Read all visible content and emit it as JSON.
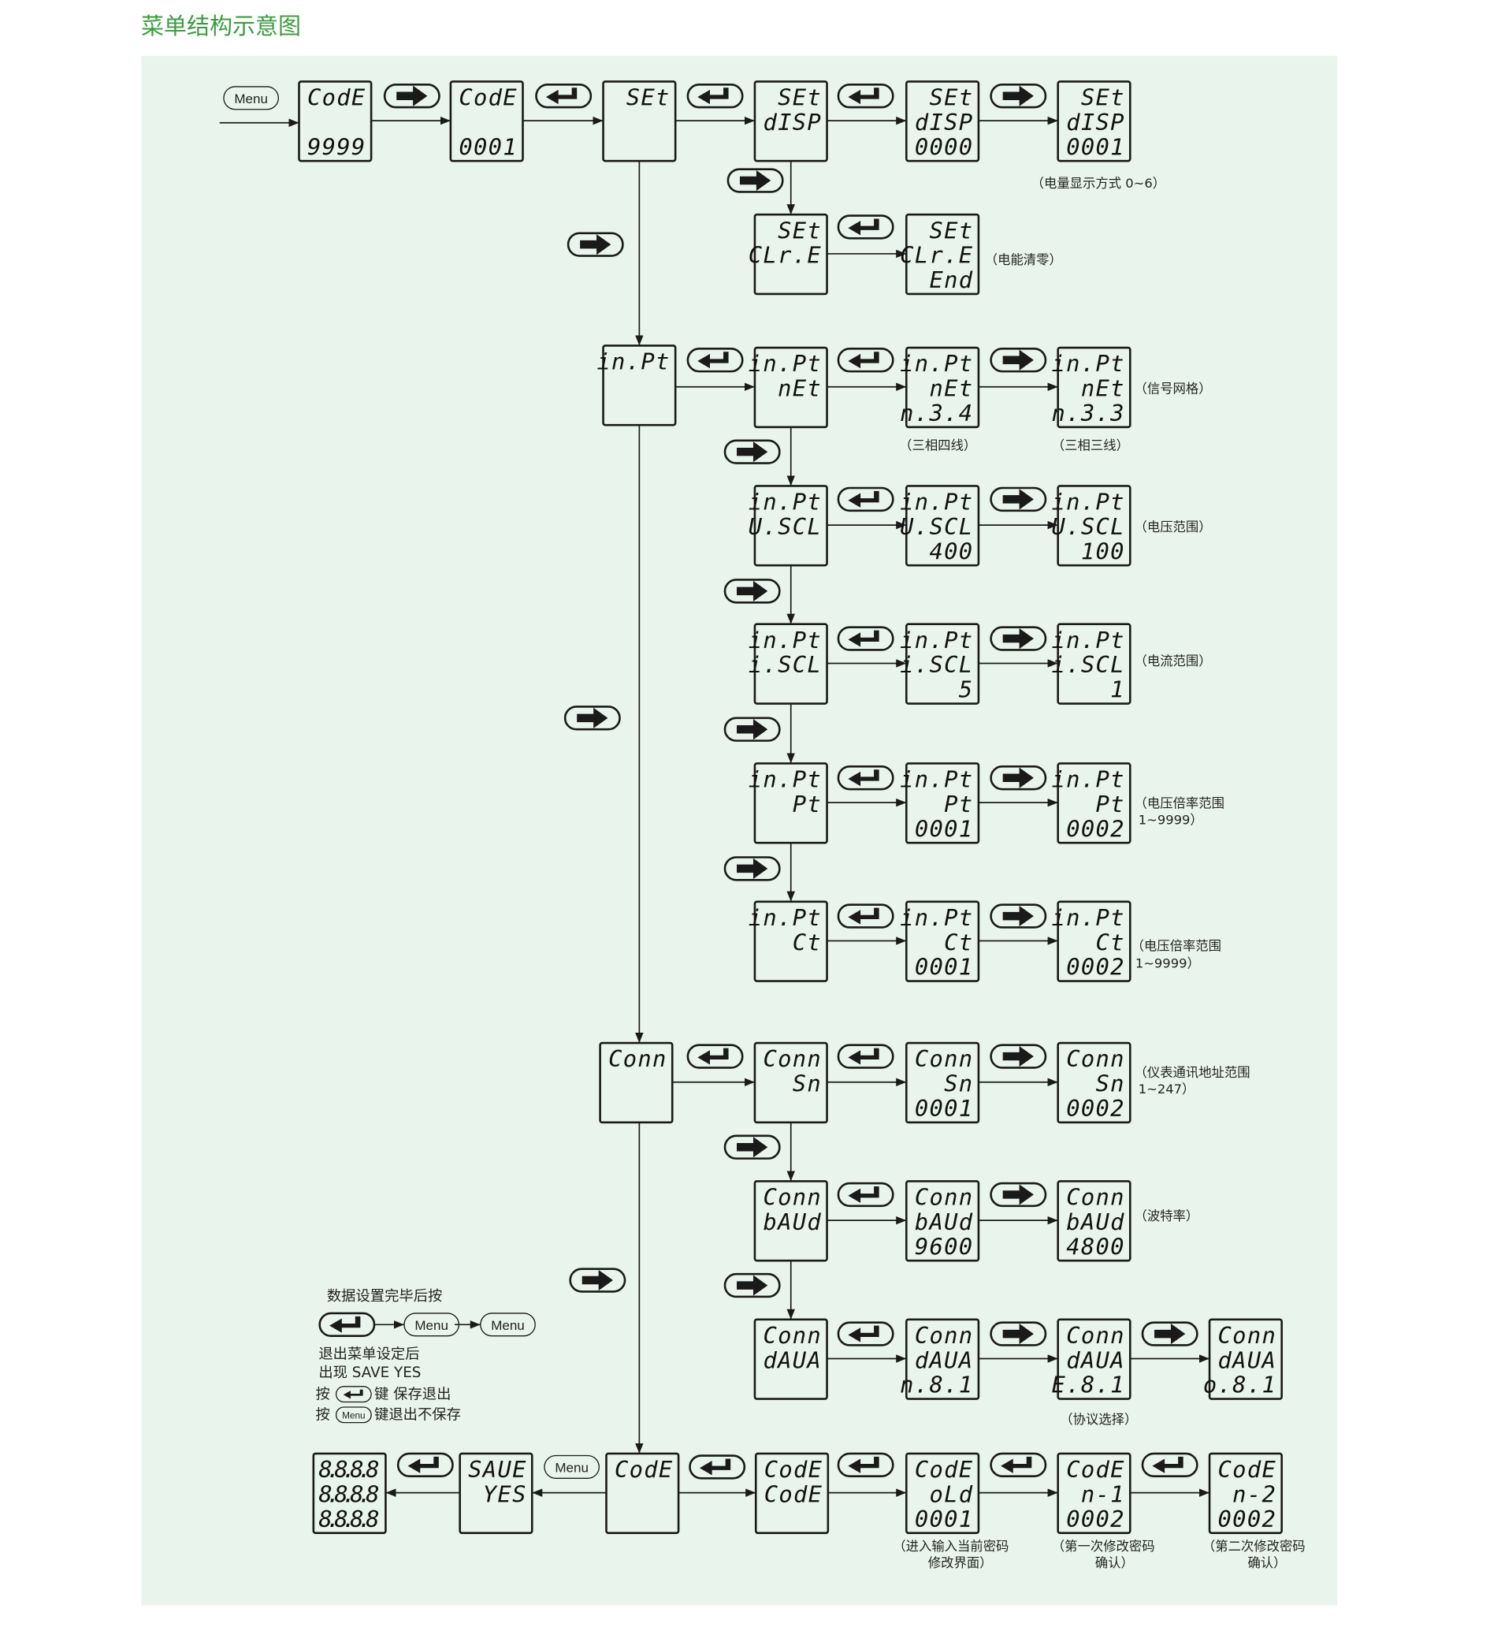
{
  "title": "菜单结构示意图",
  "colors": {
    "panel": "#e9f5ec",
    "title": "#3a9c3f",
    "line": "#1a1a1a"
  },
  "buttons": {
    "menu_label": "Menu",
    "right_icon": "arrow-right-icon",
    "enter_icon": "enter-icon"
  },
  "screens": {
    "code_9999": [
      "CodE",
      "",
      "9999"
    ],
    "code_0001": [
      "CodE",
      "",
      "0001"
    ],
    "set": [
      "SEt",
      "",
      ""
    ],
    "set_disp": [
      "SEt",
      "dISP",
      ""
    ],
    "disp_0000": [
      "SEt",
      "dISP",
      "0000"
    ],
    "disp_0001": [
      "SEt",
      "dISP",
      "0001"
    ],
    "set_clre": [
      "SEt",
      "CLr.E",
      ""
    ],
    "clre_end": [
      "SEt",
      "CLr.E",
      "End"
    ],
    "inpt": [
      "in.Pt",
      "",
      ""
    ],
    "net": [
      "in.Pt",
      "nEt",
      ""
    ],
    "net_34": [
      "in.Pt",
      "nEt",
      "n.3.4"
    ],
    "net_33": [
      "in.Pt",
      "nEt",
      "n.3.3"
    ],
    "uscl": [
      "in.Pt",
      "U.SCL",
      ""
    ],
    "uscl_400": [
      "in.Pt",
      "U.SCL",
      "400"
    ],
    "uscl_100": [
      "in.Pt",
      "U.SCL",
      "100"
    ],
    "iscl": [
      "in.Pt",
      "i.SCL",
      ""
    ],
    "iscl_5": [
      "in.Pt",
      "i.SCL",
      "5"
    ],
    "iscl_1": [
      "in.Pt",
      "i.SCL",
      "1"
    ],
    "pt": [
      "in.Pt",
      "Pt",
      ""
    ],
    "pt_0001": [
      "in.Pt",
      "Pt",
      "0001"
    ],
    "pt_0002": [
      "in.Pt",
      "Pt",
      "0002"
    ],
    "ct": [
      "in.Pt",
      "Ct",
      ""
    ],
    "ct_0001": [
      "in.Pt",
      "Ct",
      "0001"
    ],
    "ct_0002": [
      "in.Pt",
      "Ct",
      "0002"
    ],
    "conn": [
      "Conn",
      "",
      ""
    ],
    "sn": [
      "Conn",
      "Sn",
      ""
    ],
    "sn_0001": [
      "Conn",
      "Sn",
      "0001"
    ],
    "sn_0002": [
      "Conn",
      "Sn",
      "0002"
    ],
    "baud": [
      "Conn",
      "bAUd",
      ""
    ],
    "baud_9600": [
      "Conn",
      "bAUd",
      "9600"
    ],
    "baud_4800": [
      "Conn",
      "bAUd",
      "4800"
    ],
    "daua": [
      "Conn",
      "dAUA",
      ""
    ],
    "daua_n81": [
      "Conn",
      "dAUA",
      "n.8.1"
    ],
    "daua_e81": [
      "Conn",
      "dAUA",
      "E.8.1"
    ],
    "daua_o81": [
      "Conn",
      "dAUA",
      "o.8.1"
    ],
    "all_segments": [
      "8.8.8.8",
      "8.8.8.8",
      "8.8.8.8"
    ],
    "save_yes": [
      "SAUE",
      "YES",
      ""
    ],
    "code_exit": [
      "CodE",
      "",
      ""
    ],
    "code_code": [
      "CodE",
      "CodE",
      ""
    ],
    "code_old": [
      "CodE",
      "oLd",
      "0001"
    ],
    "code_n1": [
      "CodE",
      "n-1",
      "0002"
    ],
    "code_n2": [
      "CodE",
      "n-2",
      "0002"
    ]
  },
  "notes": {
    "disp": "（电量显示方式 0~6）",
    "clre": "（电能清零）",
    "net": "（信号网格）",
    "net34": "（三相四线）",
    "net33": "（三相三线）",
    "uscl": "（电压范围）",
    "iscl": "（电流范围）",
    "pt1": "（电压倍率范围",
    "pt2": "1~9999）",
    "ct1": "（电压倍率范围",
    "ct2": "1~9999）",
    "sn1": "（仪表通讯地址范围",
    "sn2": "1~247）",
    "baud": "（波特率）",
    "daua": "（协议选择）",
    "old1": "（进入输入当前密码",
    "old2": "修改界面）",
    "n1_1": "（第一次修改密码",
    "n1_2": "确认）",
    "n2_1": "（第二次修改密码",
    "n2_2": "确认）"
  },
  "legend": {
    "line1": "数据设置完毕后按",
    "line2": "退出菜单设定后",
    "line3": "出现 SAVE YES",
    "press": "按",
    "save_text": "键 保存退出",
    "exit_text": "键退出不保存"
  }
}
